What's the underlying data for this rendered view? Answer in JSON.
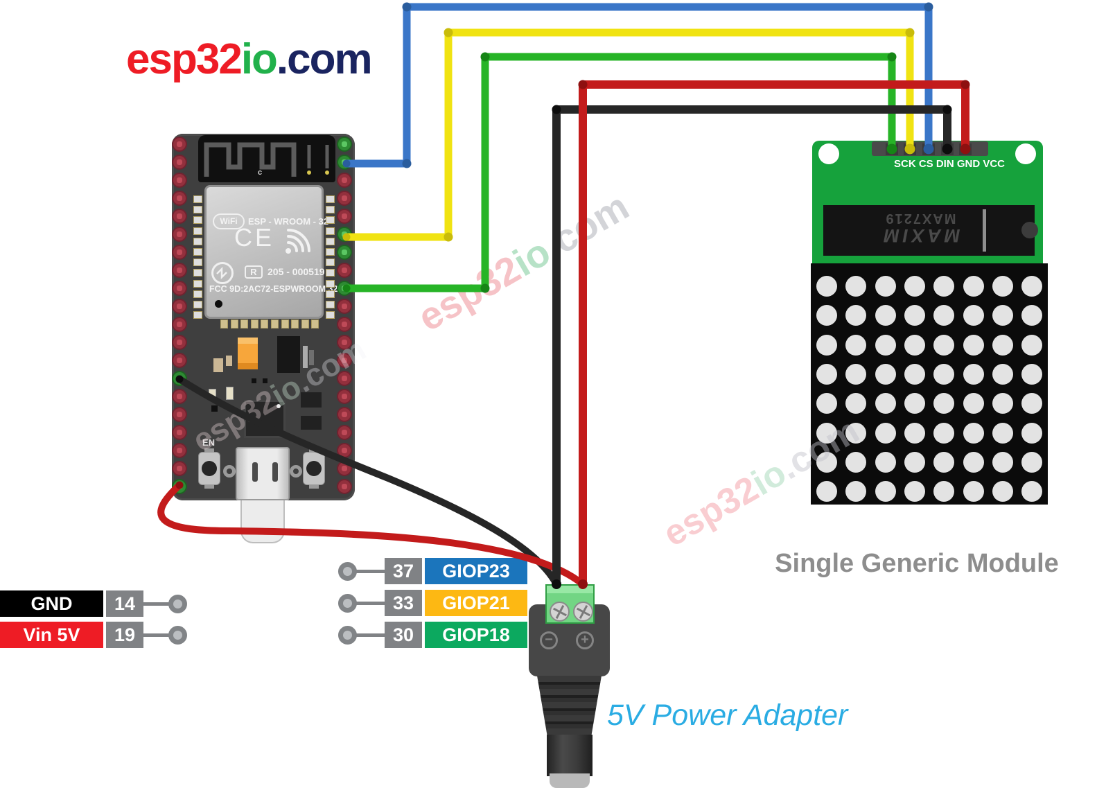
{
  "logo": {
    "esp32": "esp32",
    "io": "io",
    "dotcom": ".com"
  },
  "watermark": {
    "esp32": "esp32",
    "io": "io",
    "dotcom": ".com"
  },
  "colors": {
    "logo_esp32": "#ee1c25",
    "logo_io": "#21b14b",
    "logo_dotcom": "#1a2460",
    "caption_gray": "#8d8d8d",
    "caption_blue": "#2aace3",
    "pcb_green": "#16a23c",
    "board_gray": "#3f3f3f"
  },
  "esp32_board": {
    "antenna_label": "c",
    "shield": {
      "wifi": "WiFi",
      "model": "ESP - WROOM - 32",
      "ce": "CE",
      "r": "R",
      "serial": "205 - 000519",
      "fcc": "FCC 9D:2AC72-ESPWROOM 32"
    },
    "en_label": "EN",
    "pins": {
      "left": [
        "red",
        "red",
        "red",
        "red",
        "red",
        "red",
        "red",
        "red",
        "red",
        "red",
        "red",
        "red",
        "red",
        "green",
        "red",
        "red",
        "red",
        "red",
        "red",
        "green"
      ],
      "right": [
        "green",
        "green",
        "red",
        "red",
        "red",
        "green",
        "green",
        "red",
        "green",
        "red",
        "red",
        "red",
        "red",
        "red",
        "red",
        "red",
        "red",
        "red",
        "red",
        "red"
      ]
    }
  },
  "module": {
    "pin_header_label": "SCK CS DIN GND VCC",
    "ic_brand": "MAXIM",
    "ic_part": "MAX7219",
    "caption": "Single Generic Module",
    "matrix_rows": 8,
    "matrix_cols": 8,
    "ic_legs_per_side": 14
  },
  "left_pin_labels": [
    {
      "label": "GND",
      "pin": "14",
      "bg": "#000000"
    },
    {
      "label": "Vin 5V",
      "pin": "19",
      "bg": "#ee1c25"
    }
  ],
  "gpio_pin_labels": [
    {
      "pin": "37",
      "label": "GIOP23",
      "bg": "#1b75bc"
    },
    {
      "pin": "33",
      "label": "GIOP21",
      "bg": "#fdb813"
    },
    {
      "pin": "30",
      "label": "GIOP18",
      "bg": "#0ca95f"
    }
  ],
  "power_adapter": {
    "caption": "5V Power Adapter",
    "minus": "−",
    "plus": "+"
  },
  "wires": [
    {
      "id": "blue",
      "color": "#3a76c8",
      "tip": "#2a5d9e"
    },
    {
      "id": "yellow",
      "color": "#f0e312",
      "tip": "#c9bc0a"
    },
    {
      "id": "green",
      "color": "#27b427",
      "tip": "#168516"
    },
    {
      "id": "red",
      "color": "#c31b1b",
      "tip": "#8e1010"
    },
    {
      "id": "black",
      "color": "#262626",
      "tip": "#0d0d0d"
    }
  ]
}
